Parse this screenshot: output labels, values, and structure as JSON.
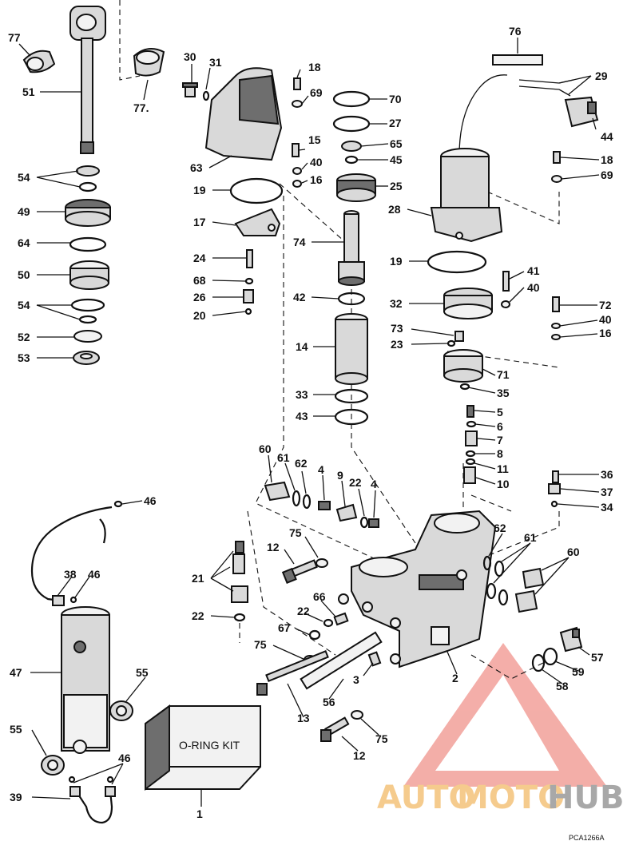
{
  "diagram": {
    "reference_code": "PCA1266A",
    "kit_label": "O-RING KIT",
    "watermark": {
      "part1": "AUTO",
      "part2": "MOTO",
      "part3": "HUB"
    },
    "callouts": [
      "77",
      "51",
      "77.",
      "30",
      "31",
      "18",
      "69",
      "70",
      "27",
      "76",
      "29",
      "44",
      "54",
      "49",
      "64",
      "50",
      "54",
      "52",
      "53",
      "63",
      "15",
      "40",
      "16",
      "65",
      "45",
      "25",
      "18",
      "69",
      "28",
      "19",
      "17",
      "74",
      "19",
      "24",
      "68",
      "26",
      "20",
      "42",
      "32",
      "41",
      "40",
      "72",
      "40",
      "16",
      "14",
      "73",
      "23",
      "71",
      "33",
      "35",
      "43",
      "5",
      "6",
      "7",
      "8",
      "11",
      "10",
      "60",
      "61",
      "62",
      "4",
      "9",
      "22",
      "4",
      "36",
      "37",
      "34",
      "46",
      "75",
      "12",
      "62",
      "61",
      "60",
      "21",
      "38",
      "46",
      "22",
      "66",
      "22",
      "67",
      "75",
      "3",
      "2",
      "47",
      "55",
      "56",
      "13",
      "57",
      "59",
      "58",
      "55",
      "46",
      "12",
      "75",
      "39",
      "1"
    ]
  }
}
